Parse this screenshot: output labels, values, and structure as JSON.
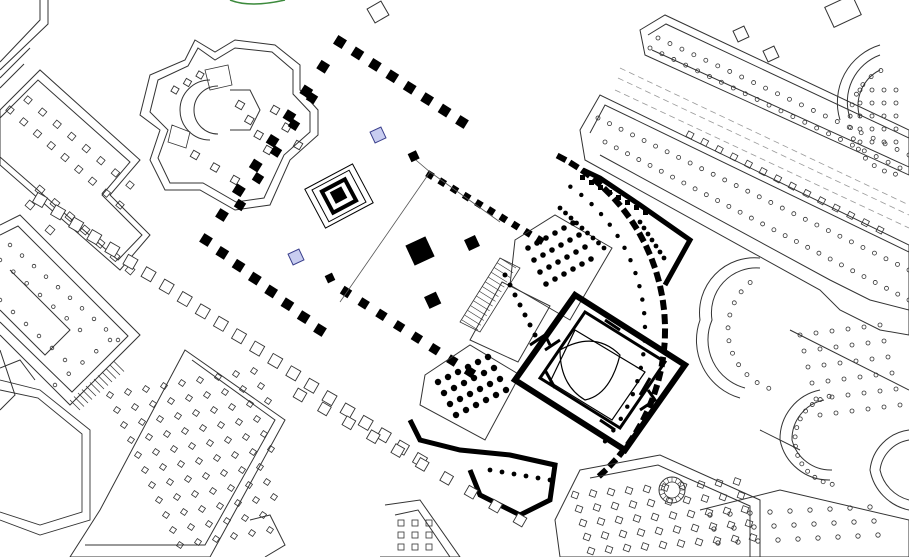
{
  "map": {
    "kind": "architectural-site-plan",
    "colors": {
      "background": "#ffffff",
      "ink": "#000000",
      "outline": "#333333",
      "light_outline": "#7a7a7a",
      "altar_fill": "#c8cdf0",
      "altar_stroke": "#3a3f8c",
      "accent_arc": "#3c8a3c"
    },
    "features": {
      "central_courtyard": "colonnaded-courtyard",
      "central_temple": "temple-with-curved-exedrae",
      "domed_rotunda": "domed-bath-building",
      "northeast_stoa": "long-double-stoa",
      "east_theatres": "semicircular-exedrae",
      "southwest_grid": "columned-hall-grid",
      "south_stair": "radial-stair"
    },
    "labels": []
  }
}
